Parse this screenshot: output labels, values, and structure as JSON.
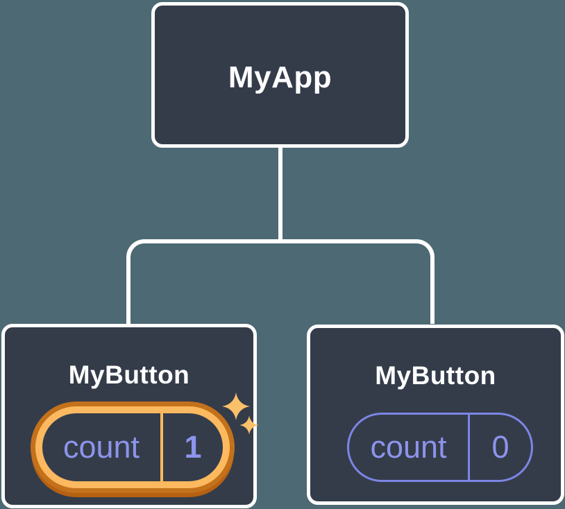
{
  "colors": {
    "bg": "#4D6973",
    "node-fill": "#343C4A",
    "node-border": "#FFFFFF",
    "connector": "#FFFFFF",
    "title": "#FFFFFF",
    "purple": "#8D94EC",
    "pill-border": "#7D85E6",
    "ring-light": "#FCB95F",
    "ring-dark": "#C4711C",
    "ring-shadow": "#B66112",
    "sparkle": "#FBC06A"
  },
  "diagram": {
    "type": "component-tree",
    "root": {
      "label": "MyApp"
    },
    "children": [
      {
        "label": "MyButton",
        "state_key": "count",
        "state_value": "1",
        "highlighted": true,
        "sparkles_icon": "sparkles"
      },
      {
        "label": "MyButton",
        "state_key": "count",
        "state_value": "0",
        "highlighted": false
      }
    ]
  }
}
